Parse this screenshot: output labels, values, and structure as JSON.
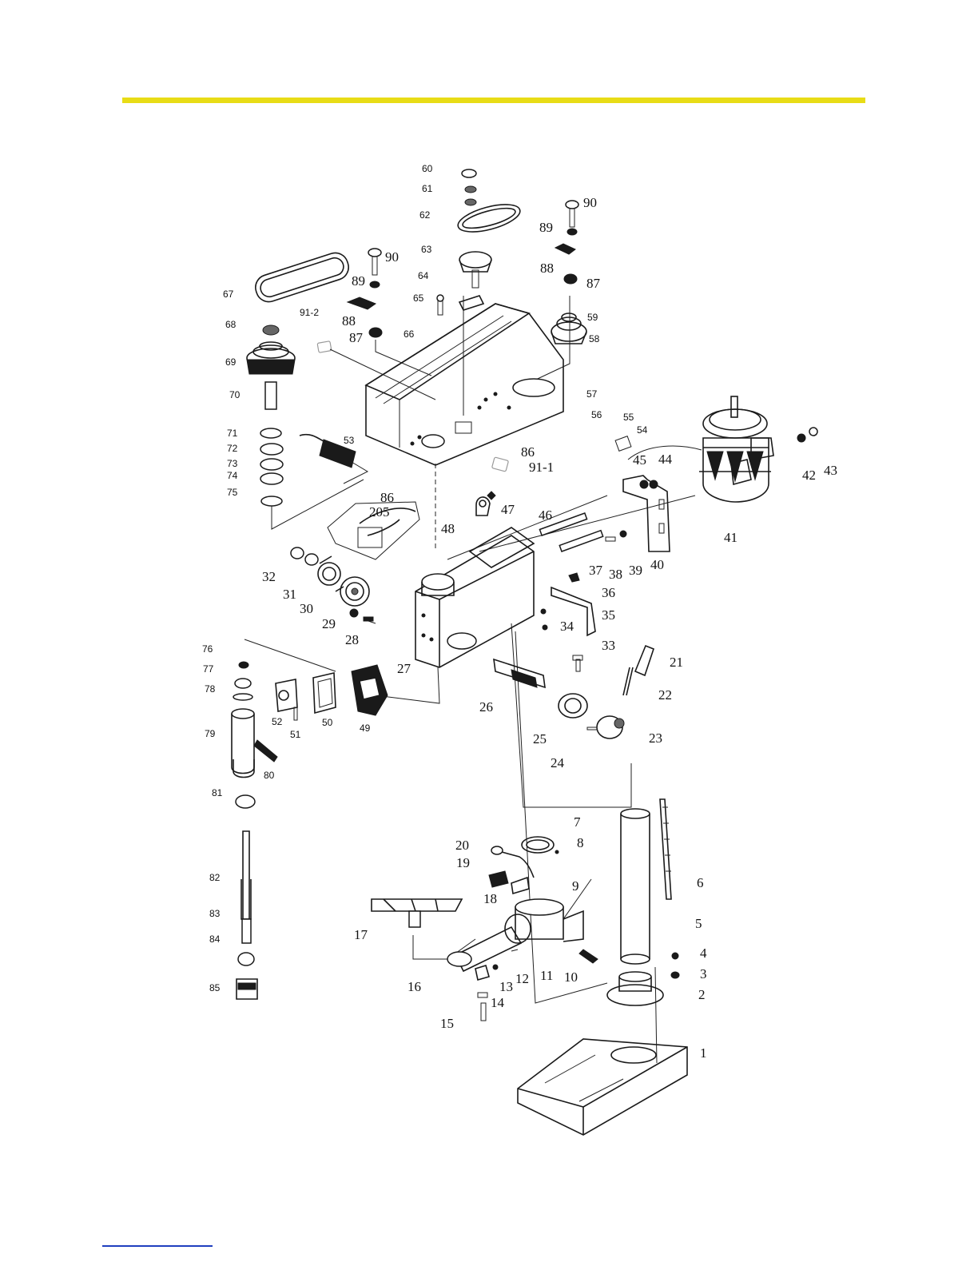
{
  "colors": {
    "header_rule": "#e8dc16",
    "footer_rule": "#1f3fbf",
    "ink": "#1a1a1a"
  },
  "labels": {
    "p1": "1",
    "p2": "2",
    "p3": "3",
    "p4": "4",
    "p5": "5",
    "p6": "6",
    "p7": "7",
    "p8": "8",
    "p9": "9",
    "p10": "10",
    "p11": "11",
    "p12": "12",
    "p13": "13",
    "p14": "14",
    "p15": "15",
    "p16": "16",
    "p17": "17",
    "p18": "18",
    "p19": "19",
    "p20": "20",
    "p21": "21",
    "p22": "22",
    "p23": "23",
    "p24": "24",
    "p25": "25",
    "p26": "26",
    "p27": "27",
    "p28": "28",
    "p29": "29",
    "p30": "30",
    "p31": "31",
    "p32": "32",
    "p33": "33",
    "p34": "34",
    "p35": "35",
    "p36": "36",
    "p37": "37",
    "p38": "38",
    "p39": "39",
    "p40": "40",
    "p41": "41",
    "p42": "42",
    "p43": "43",
    "p44": "44",
    "p45": "45",
    "p46": "46",
    "p47": "47",
    "p48": "48",
    "p49": "49",
    "p50": "50",
    "p51": "51",
    "p52": "52",
    "p53": "53",
    "p54": "54",
    "p55": "55",
    "p56": "56",
    "p57": "57",
    "p58": "58",
    "p59": "59",
    "p60": "60",
    "p61": "61",
    "p62": "62",
    "p63": "63",
    "p64": "64",
    "p65": "65",
    "p66": "66",
    "p67": "67",
    "p68": "68",
    "p69": "69",
    "p70": "70",
    "p71": "71",
    "p72": "72",
    "p73": "73",
    "p74": "74",
    "p75": "75",
    "p76": "76",
    "p77": "77",
    "p78": "78",
    "p79": "79",
    "p80": "80",
    "p81": "81",
    "p82": "82",
    "p83": "83",
    "p84": "84",
    "p85": "85",
    "p86a": "86",
    "p86b": "86",
    "p87a": "87",
    "p87b": "87",
    "p88a": "88",
    "p88b": "88",
    "p89a": "89",
    "p89b": "89",
    "p90a": "90",
    "p90b": "90",
    "p91_1": "91-1",
    "p91_2": "91-2",
    "p205": "205"
  }
}
